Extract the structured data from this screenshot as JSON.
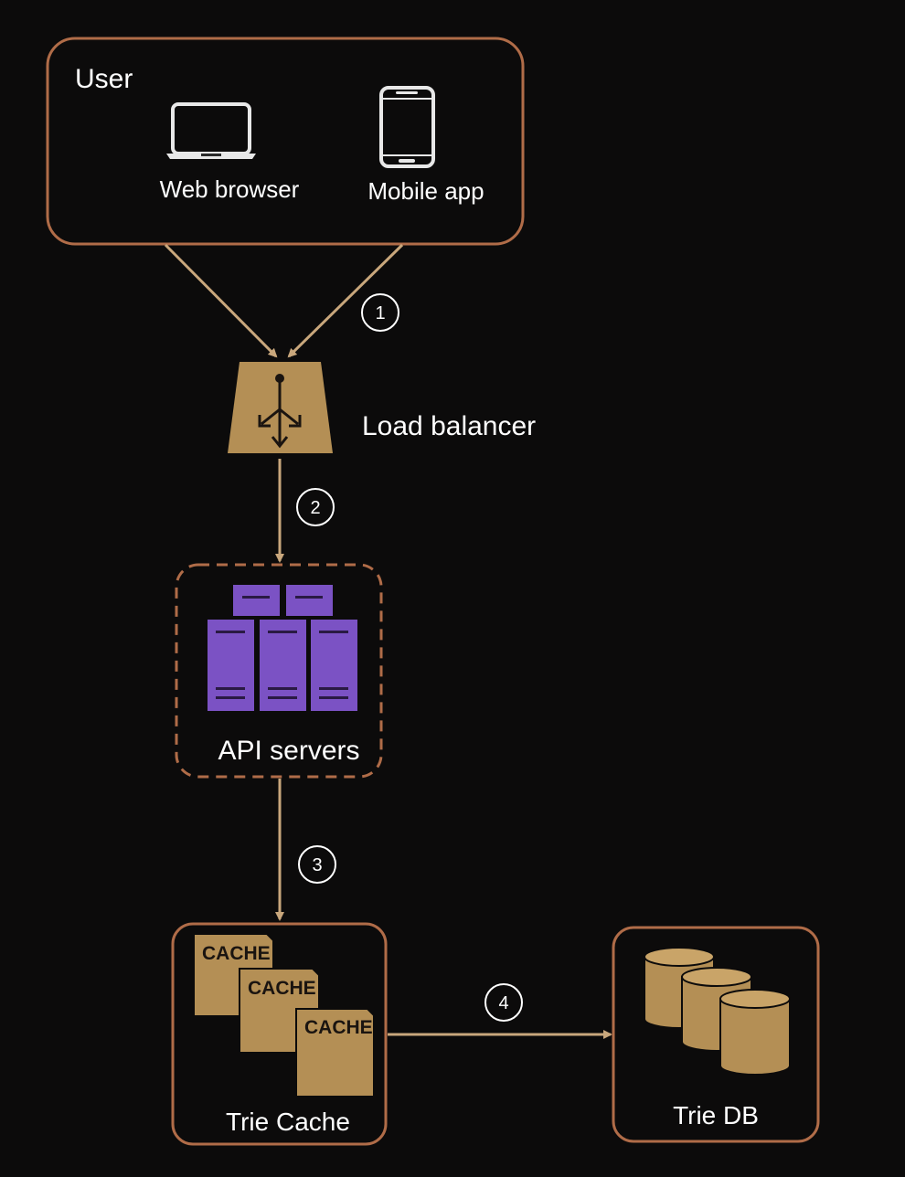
{
  "user": {
    "title": "User",
    "clients": [
      {
        "label": "Web browser",
        "icon": "laptop-icon"
      },
      {
        "label": "Mobile app",
        "icon": "smartphone-icon"
      }
    ]
  },
  "load_balancer": {
    "label": "Load balancer",
    "icon": "load-balancer-icon"
  },
  "api_servers": {
    "label": "API servers",
    "icon": "server-rack-icon"
  },
  "trie_cache": {
    "label": "Trie Cache",
    "tiles": [
      "CACHE",
      "CACHE",
      "CACHE"
    ],
    "icon": "cache-icon"
  },
  "trie_db": {
    "label": "Trie DB",
    "icon": "database-icon"
  },
  "steps": [
    "1",
    "2",
    "3",
    "4"
  ],
  "colors": {
    "background": "#0c0b0b",
    "box_border": "#b06c48",
    "arrow": "#c9a77c",
    "gold": "#b48f55",
    "server_purple": "#7b52c4",
    "text": "#ffffff"
  }
}
